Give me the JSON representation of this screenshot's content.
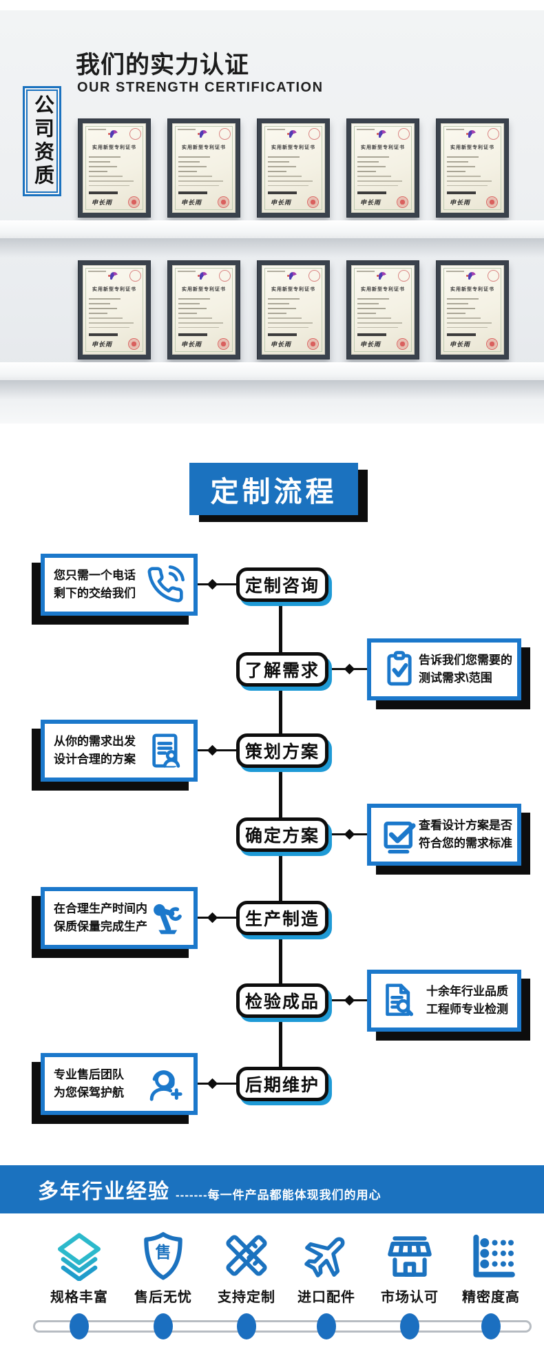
{
  "colors": {
    "accent": "#1b72bf",
    "box_border": "#1b78cb",
    "node_shadow": "#1e9ad6",
    "teal": "#25b2c7",
    "dark": "#0d0d0d"
  },
  "header": {
    "title": "我们的实力认证",
    "subtitle": "OUR STRENGTH CERTIFICATION",
    "badge_vertical": "公司资质"
  },
  "certificates": {
    "title": "实用新型专利证书",
    "signature": "申长雨",
    "per_row": 5,
    "rows": 2
  },
  "process": {
    "banner": "定制流程",
    "steps": [
      {
        "label": "定制咨询",
        "side": "left",
        "icon": "phone-icon",
        "note_lines": [
          "您只需一个电话",
          "剩下的交给我们"
        ]
      },
      {
        "label": "了解需求",
        "side": "right",
        "icon": "clipboard-check-icon",
        "note_lines": [
          "告诉我们您需要的",
          "测试需求\\范围"
        ]
      },
      {
        "label": "策划方案",
        "side": "left",
        "icon": "document-user-icon",
        "note_lines": [
          "从你的需求出发",
          "设计合理的方案"
        ]
      },
      {
        "label": "确定方案",
        "side": "right",
        "icon": "checkbox-icon",
        "note_lines": [
          "查看设计方案是否",
          "符合您的需求标准"
        ]
      },
      {
        "label": "生产制造",
        "side": "left",
        "icon": "robot-arm-icon",
        "note_lines": [
          "在合理生产时间内",
          "保质保量完成生产"
        ]
      },
      {
        "label": "检验成品",
        "side": "right",
        "icon": "document-search-icon",
        "note_lines": [
          "十余年行业品质",
          "工程师专业检测"
        ]
      },
      {
        "label": "后期维护",
        "side": "left",
        "icon": "headset-plus-icon",
        "note_lines": [
          "专业售后团队",
          "为您保驾护航"
        ]
      }
    ]
  },
  "experience": {
    "banner_title": "多年行业经验",
    "banner_tagline": "-------每一件产品都能体现我们的用心",
    "features": [
      {
        "label": "规格丰富",
        "icon": "layers-icon"
      },
      {
        "label": "售后无忧",
        "icon": "shield-icon",
        "glyph": "售"
      },
      {
        "label": "支持定制",
        "icon": "ruler-pencil-icon"
      },
      {
        "label": "进口配件",
        "icon": "airplane-icon"
      },
      {
        "label": "市场认可",
        "icon": "storefront-icon"
      },
      {
        "label": "精密度高",
        "icon": "dot-matrix-icon"
      }
    ]
  }
}
